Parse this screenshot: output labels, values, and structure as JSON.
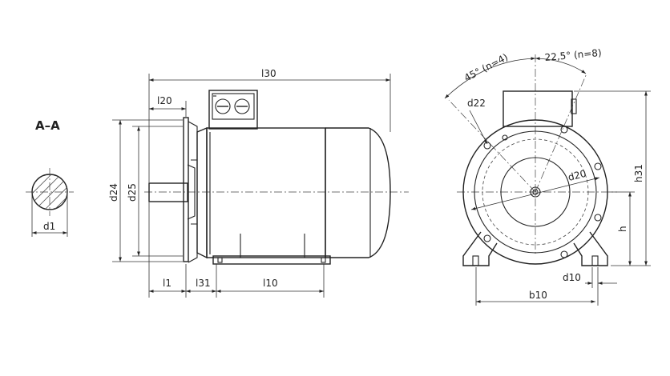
{
  "section_title": "A–A",
  "labels": {
    "l30": "l30",
    "l20": "l20",
    "d24": "d24",
    "d25": "d25",
    "l1": "l1",
    "l31": "l31",
    "l10": "l10",
    "d1": "d1",
    "angle_45": "45° (n=4)",
    "angle_22": "22,5° (n=8)",
    "d22": "d22",
    "d20": "d20",
    "h31": "h31",
    "h": "h",
    "d10": "d10",
    "b10": "b10"
  }
}
